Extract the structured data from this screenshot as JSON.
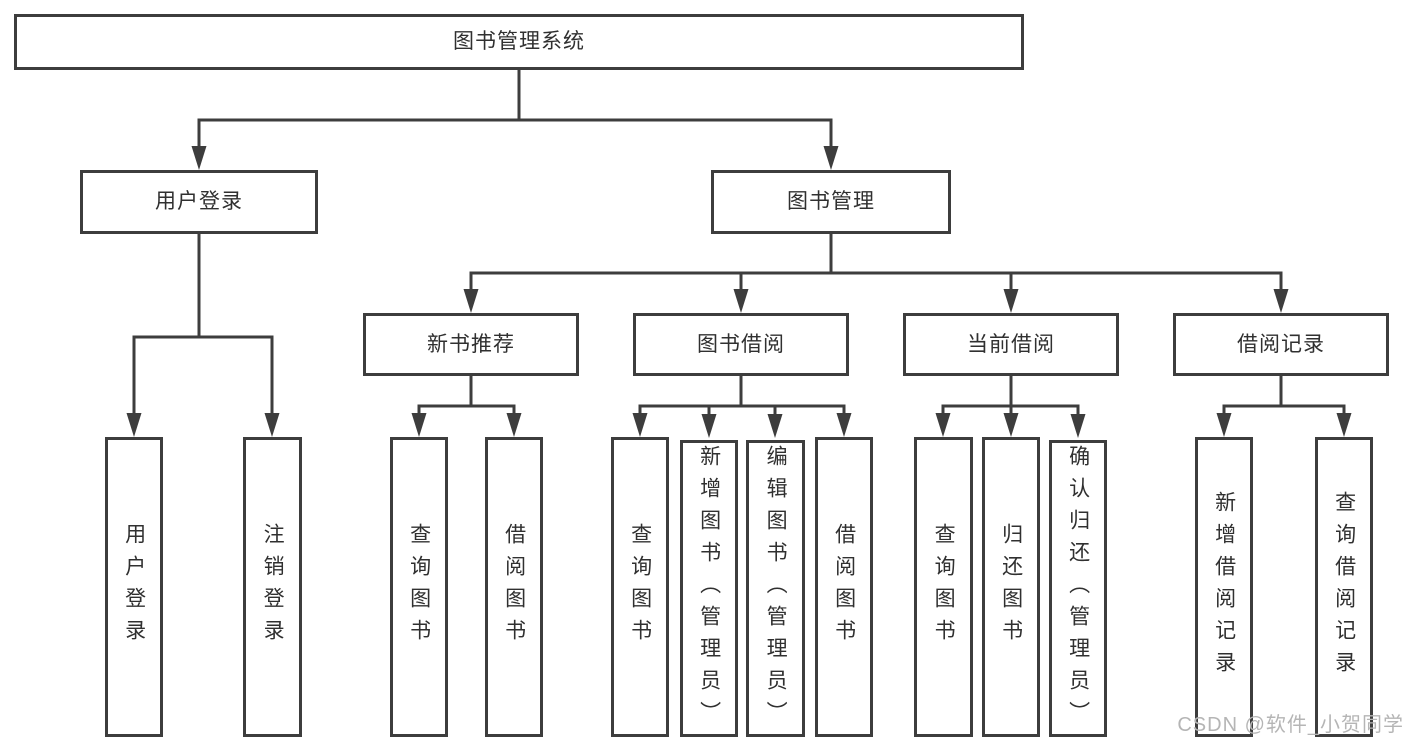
{
  "tree": {
    "label": "图书管理系统",
    "children": [
      {
        "label": "用户登录",
        "children": [
          {
            "label": "用户登录"
          },
          {
            "label": "注销登录"
          }
        ]
      },
      {
        "label": "图书管理",
        "children": [
          {
            "label": "新书推荐",
            "children": [
              {
                "label": "查询图书"
              },
              {
                "label": "借阅图书"
              }
            ]
          },
          {
            "label": "图书借阅",
            "children": [
              {
                "label": "查询图书"
              },
              {
                "label": "新增图书（管理员）"
              },
              {
                "label": "编辑图书（管理员）"
              },
              {
                "label": "借阅图书"
              }
            ]
          },
          {
            "label": "当前借阅",
            "children": [
              {
                "label": "查询图书"
              },
              {
                "label": "归还图书"
              },
              {
                "label": "确认归还（管理员）"
              }
            ]
          },
          {
            "label": "借阅记录",
            "children": [
              {
                "label": "新增借阅记录"
              },
              {
                "label": "查询借阅记录"
              }
            ]
          }
        ]
      }
    ]
  },
  "watermark": {
    "text": "CSDN @软件_小贺同学"
  },
  "colors": {
    "line": "#3d3d3d",
    "text": "#303030",
    "box_fill": "#ffffff",
    "background": "#ffffff",
    "watermark": "#b5b5b5"
  }
}
